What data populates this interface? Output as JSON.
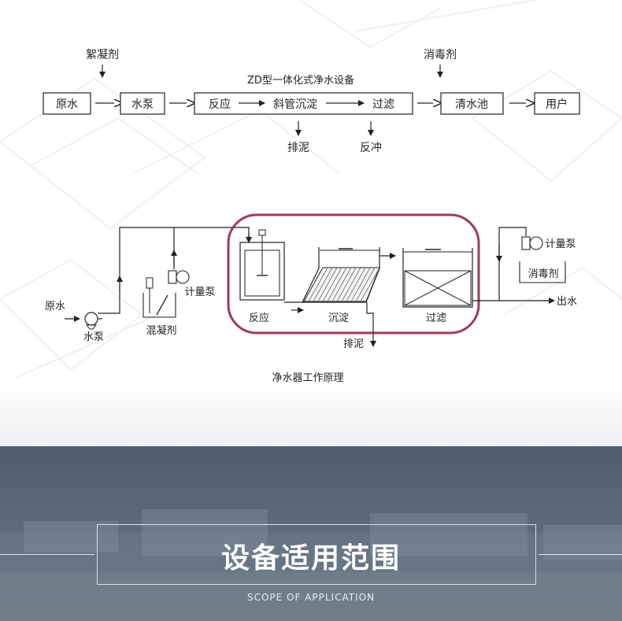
{
  "flow": {
    "top_left_chem": "絮凝剂",
    "top_right_chem": "消毒剂",
    "device_title": "ZD型一体化式净水设备",
    "raw_water": "原水",
    "pump": "水泵",
    "reaction": "反应",
    "incline_settle": "斜管沉淀",
    "filter": "过滤",
    "clear_pool": "清水池",
    "user": "用户",
    "sludge": "排泥",
    "backwash": "反冲"
  },
  "schematic": {
    "raw_water": "原水",
    "water_pump": "水泵",
    "coagulant": "混凝剂",
    "metering_pump_left": "计量泵",
    "reaction": "反应",
    "settling": "沉淀",
    "filter": "过滤",
    "sludge": "排泥",
    "metering_pump_right": "计量泵",
    "disinfectant": "消毒剂",
    "outflow": "出水",
    "caption": "净水器工作原理"
  },
  "banner": {
    "title": "设备适用范围",
    "subtitle": "SCOPE OF APPLICATION"
  },
  "colors": {
    "highlight_border": "#a23a59",
    "banner_bg": "#56677a"
  }
}
